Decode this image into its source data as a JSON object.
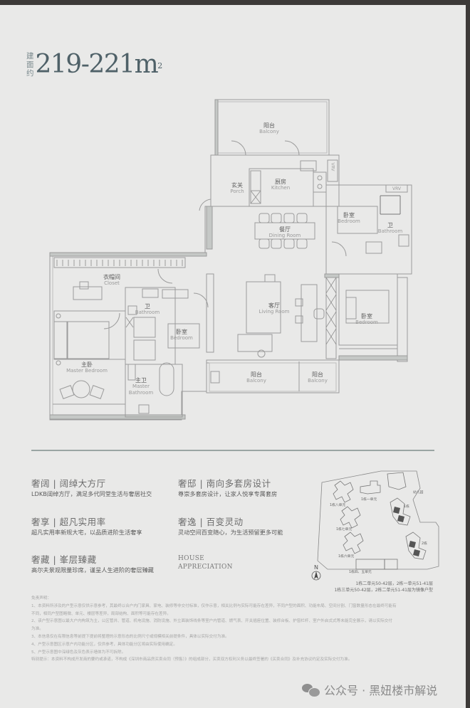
{
  "header": {
    "area_prefix": [
      "建",
      "面",
      "约"
    ],
    "area_value": "219-221m",
    "area_unit_sup": "2"
  },
  "rooms": {
    "balcony_top": {
      "cn": "阳台",
      "en": "Balcony"
    },
    "porch": {
      "cn": "玄关",
      "en": "Porch"
    },
    "kitchen": {
      "cn": "厨房",
      "en": "Kitchen"
    },
    "vrv_1": "VRV",
    "vrv_2": "VRV",
    "dining": {
      "cn": "餐厅",
      "en": "Dining Room"
    },
    "bedroom_ne": {
      "cn": "卧室",
      "en": "Bedroom"
    },
    "bathroom_ne": {
      "cn": "卫",
      "en": "Bathroom"
    },
    "closet": {
      "cn": "衣帽间",
      "en": "Closet"
    },
    "bathroom_mid": {
      "cn": "卫",
      "en": "Bathroom"
    },
    "bedroom_mid": {
      "cn": "卧室",
      "en": "Bedroom"
    },
    "living": {
      "cn": "客厅",
      "en": "Living Room"
    },
    "bedroom_east": {
      "cn": "卧室",
      "en": "Bedroom"
    },
    "master_bedroom": {
      "cn": "主卧",
      "en": "Master Bedroom"
    },
    "master_bathroom": {
      "cn": "主卫",
      "en": "Master Bathroom"
    },
    "balcony_south_1": {
      "cn": "阳台",
      "en": "Balcony"
    },
    "balcony_south_2": {
      "cn": "阳台",
      "en": "Balcony"
    }
  },
  "features": [
    {
      "title": "奢阔 | 阔绰大方厅",
      "desc": "LDKB阔绰方厅，满足多代同堂生活与奢居社交"
    },
    {
      "title": "奢邸 | 南向多套房设计",
      "desc": "尊崇多套房设计，让家人悦享专属套房"
    },
    {
      "title": "奢享 | 超凡实用率",
      "desc": "超凡实用率新规大宅，以品质进阶生活奢享"
    },
    {
      "title": "奢逸 | 百变灵动",
      "desc": "灵动空间百变随心，为生活预留更多可能"
    },
    {
      "title": "奢藏 | 峯层臻藏",
      "desc": "高尔夫景观限量珍席，谨呈人生进阶的奢层臻藏"
    }
  ],
  "house_appreciation": [
    "HOUSE",
    "APPRECIATION"
  ],
  "site_plan": {
    "labels": [
      "1栋八单元",
      "1栋七单元",
      "1栋六单元",
      "1栋一单元",
      "幼儿园",
      "1栋",
      "2栋",
      "1栋四、五单元"
    ],
    "north": "N",
    "unit_note": [
      "1栋二单元50-42层，2栋一单元51-41层",
      "1栋三单元50-42层，2栋二单元51-41层为镜像户型"
    ]
  },
  "disclaimer": {
    "title": "免责声明：",
    "lines": [
      "1、本资料所涉及的户型示意仅供示意参考，其最终以合户内门家具、家电、装修等非交付标准，仅作示意，相关比例与实际可能存在差异，不同户型的面积、功能布局、空间分割、门窗数量形态在最终可能有",
      "不同，相同户型图略微、单元、楼层等差异，局部结构、面积等可能存在差异。",
      "2、该户型示意图以最大户内构筑为主，公区管井、管道、机电设施、消防设施、外立面装饰线条等室户内管道、燃气表、开关插座位置、装修台板、护窗栏杆、室户外启式式等未能完全展示，请以实际交付",
      "为准。",
      "3、本信息仅在有限信息等前提下提前将整理的示意形态的比例尺寸或规模相关前提条件，具体以实际交付为准。",
      "4、户型示意图区示意户内功能分区，仅供参考，具体功能分区将由实际使用确定。",
      "5、户型示意图中深绿色及灰色表示墙体为不可拆除。",
      "特别提示：本资料不构成开发商的要约或承诺，不构成《深圳市商品房买卖合同（预售）》的组成部分，买卖双方权利义务以最终签署的《买卖合同》及补充协议约定及实际交付为准。"
    ]
  },
  "watermark": {
    "icon": "wechat-icon",
    "text": "公众号 · 黑妞楼市解说"
  },
  "colors": {
    "background": "#e9e9e8",
    "frame": "#3d3a38",
    "area_text": "#4f6168",
    "wall": "#9b9b9b",
    "wall_fill": "#c5c8c6",
    "divider": "#9aa5a3"
  }
}
